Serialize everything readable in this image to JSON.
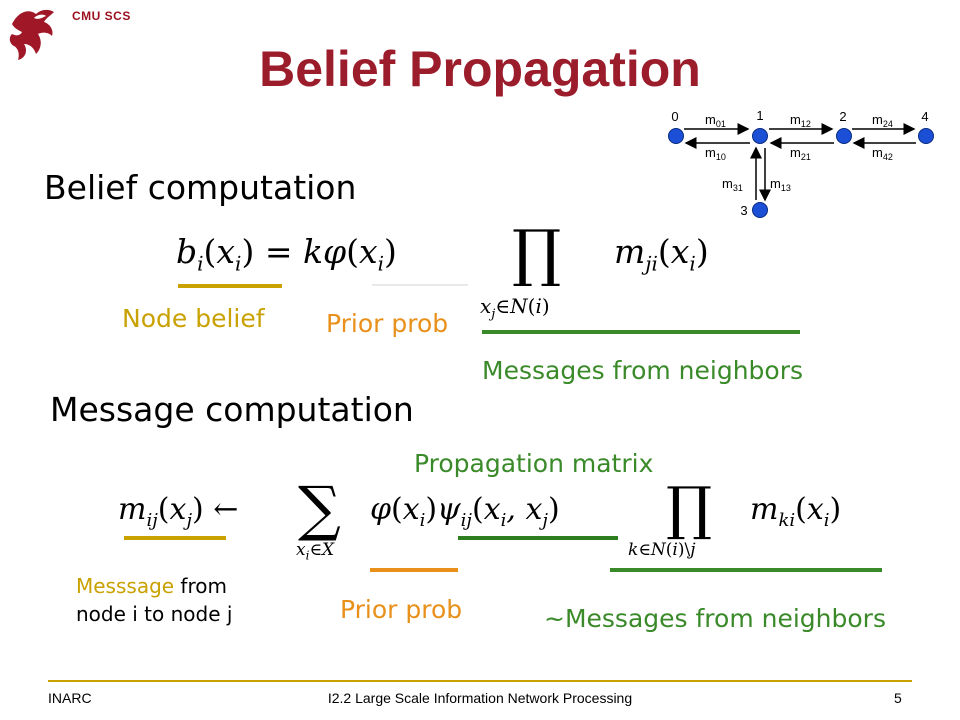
{
  "header": {
    "org": "CMU SCS"
  },
  "slide": {
    "title": "Belief Propagation",
    "belief_heading": "Belief computation",
    "message_heading": "Message computation",
    "node_belief": "Node belief",
    "prior_prob_1": "Prior prob",
    "messages_neighbors_1": "Messages from neighbors",
    "propagation_matrix": "Propagation matrix",
    "message_from_word": "Messsage",
    "message_from_rest": " from",
    "message_from_line2": "node i to node j",
    "prior_prob_2": "Prior prob",
    "messages_neighbors_2": "~Messages from neighbors"
  },
  "graph": {
    "nodes": [
      "0",
      "1",
      "2",
      "4",
      "3"
    ],
    "edges": {
      "m01": "01",
      "m10": "10",
      "m12": "12",
      "m21": "21",
      "m24": "24",
      "m42": "42",
      "m31": "31",
      "m13": "13"
    },
    "edge_letter": "m"
  },
  "footer": {
    "left": "INARC",
    "center": "I2.2 Large Scale Information Network Processing",
    "page": "5"
  },
  "colors": {
    "title": "#9b1c2b",
    "gold": "#c9a100",
    "orange": "#e8901a",
    "green": "#3a8a2a",
    "node": "#1a4fd6"
  }
}
